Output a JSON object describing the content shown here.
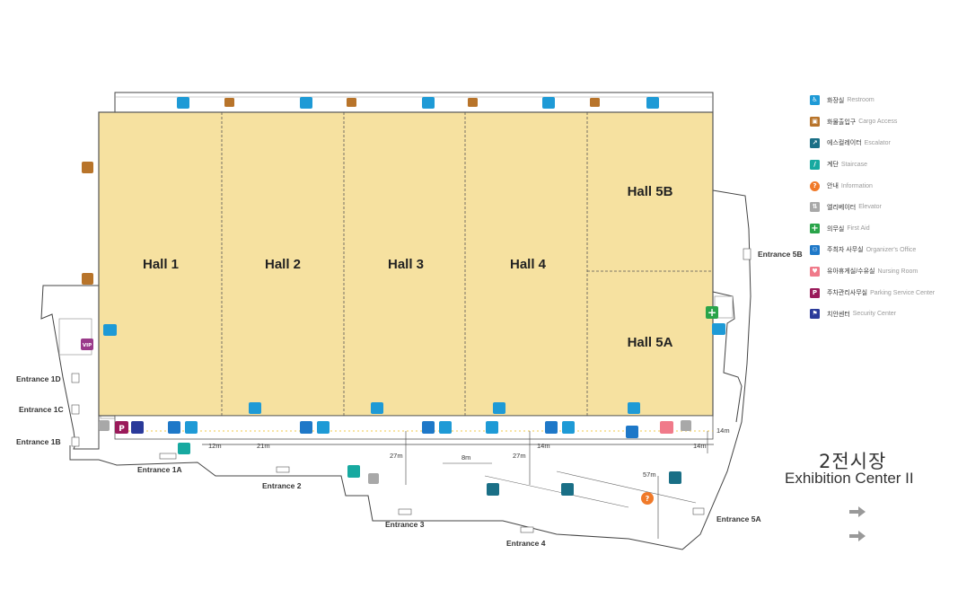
{
  "halls": [
    {
      "id": "hall1",
      "label": "Hall 1"
    },
    {
      "id": "hall2",
      "label": "Hall 2"
    },
    {
      "id": "hall3",
      "label": "Hall 3"
    },
    {
      "id": "hall4",
      "label": "Hall 4"
    },
    {
      "id": "hall5b",
      "label": "Hall 5B"
    },
    {
      "id": "hall5a",
      "label": "Hall 5A"
    }
  ],
  "entrances": {
    "e1a": "Entrance 1A",
    "e1b": "Entrance 1B",
    "e1c": "Entrance 1C",
    "e1d": "Entrance 1D",
    "e2": "Entrance 2",
    "e3": "Entrance 3",
    "e4": "Entrance 4",
    "e5a": "Entrance 5A",
    "e5b": "Entrance 5B"
  },
  "dimensions": {
    "d12": "12m",
    "d21": "21m",
    "d27a": "27m",
    "d8": "8m",
    "d27b": "27m",
    "d14a": "14m",
    "d14b": "14m",
    "d14c": "14m",
    "d57": "57m"
  },
  "badges": {
    "vip": "VIP",
    "parking": "P"
  },
  "legend": [
    {
      "ko": "화장실",
      "en": "Restroom",
      "icon": "restroom-icon",
      "color": "#1e9ad6",
      "glyph": "♿"
    },
    {
      "ko": "화물출입구",
      "en": "Cargo Access",
      "icon": "cargo-icon",
      "color": "#b8742a",
      "glyph": "▣"
    },
    {
      "ko": "에스컬레이터",
      "en": "Escalator",
      "icon": "escalator-icon",
      "color": "#1a6f86",
      "glyph": "↗"
    },
    {
      "ko": "계단",
      "en": "Staircase",
      "icon": "staircase-icon",
      "color": "#17a9a0",
      "glyph": "∕"
    },
    {
      "ko": "안내",
      "en": "Information",
      "icon": "information-icon",
      "color": "#f07a2a",
      "glyph": "?"
    },
    {
      "ko": "엘리베이터",
      "en": "Elevator",
      "icon": "elevator-icon",
      "color": "#a8a8a8",
      "glyph": "⇅"
    },
    {
      "ko": "의무실",
      "en": "First Aid",
      "icon": "first-aid-icon",
      "color": "#2aa44a",
      "glyph": "+"
    },
    {
      "ko": "주최자 사무실",
      "en": "Organizer's Office",
      "icon": "organizer-office-icon",
      "color": "#1e78c8",
      "glyph": "⚇"
    },
    {
      "ko": "유아휴게실/수유실",
      "en": "Nursing Room",
      "icon": "nursing-room-icon",
      "color": "#f07a8a",
      "glyph": "♥"
    },
    {
      "ko": "주차관리사무실",
      "en": "Parking Service Center",
      "icon": "parking-service-icon",
      "color": "#9a1a5a",
      "glyph": "P"
    },
    {
      "ko": "치안센터",
      "en": "Security Center",
      "icon": "security-center-icon",
      "color": "#2a3a9a",
      "glyph": "⚑"
    }
  ],
  "title": {
    "ko": "2전시장",
    "en": "Exhibition Center II"
  },
  "colors": {
    "hall_fill": "#f6e1a0",
    "wall": "#444444",
    "restroom": "#1e9ad6",
    "cargo": "#b8742a",
    "first_aid": "#2aa44a",
    "parking": "#9a1a5a",
    "security": "#2a3a9a",
    "vip": "#9a3a8a"
  }
}
